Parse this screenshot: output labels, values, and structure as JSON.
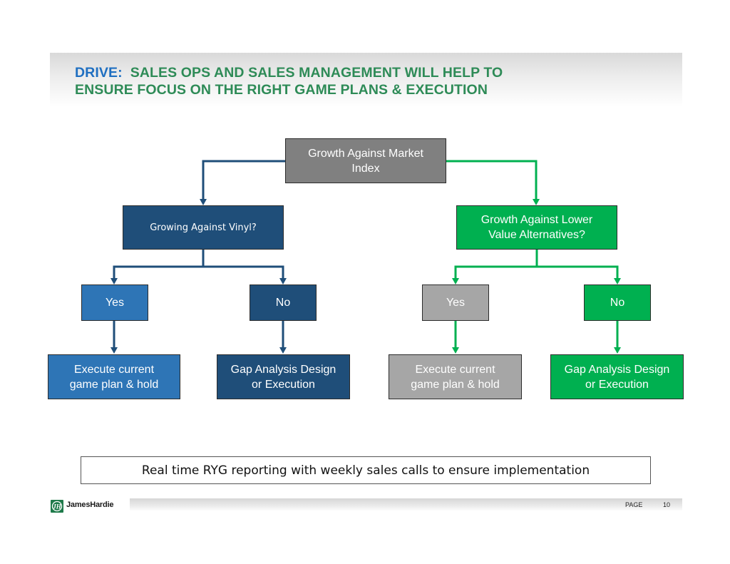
{
  "slide": {
    "title": {
      "keyword": "DRIVE",
      "colon": ":",
      "line1_rest": "  SALES OPS AND SALES MANAGEMENT WILL HELP TO",
      "line2": "ENSURE FOCUS ON THE RIGHT GAME PLANS & EXECUTION"
    },
    "colors": {
      "title_keyword": "#1f6fc1",
      "title_text": "#2e8b57",
      "navy": "#1f4e79",
      "blue": "#2e75b6",
      "green": "#00b050",
      "gray_dark": "#808080",
      "gray_light": "#a6a6a6"
    },
    "flowchart": {
      "root": {
        "label_line1": "Growth Against Market",
        "label_line2": "Index"
      },
      "left_branch": {
        "question": "Growing Against Vinyl?",
        "yes": {
          "label": "Yes",
          "outcome_line1": "Execute current",
          "outcome_line2": "game plan & hold"
        },
        "no": {
          "label": "No",
          "outcome_line1": "Gap Analysis Design",
          "outcome_line2": "or Execution"
        }
      },
      "right_branch": {
        "question_line1": "Growth Against Lower",
        "question_line2": "Value Alternatives?",
        "yes": {
          "label": "Yes",
          "outcome_line1": "Execute current",
          "outcome_line2": "game plan & hold"
        },
        "no": {
          "label": "No",
          "outcome_line1": "Gap Analysis Design",
          "outcome_line2": "or Execution"
        }
      }
    },
    "note": "Real time RYG reporting with weekly sales calls to ensure implementation",
    "footer": {
      "logo_text": "JamesHardie",
      "logo_icon": "jh-monogram-icon",
      "page_label": "PAGE",
      "page_number": "10"
    }
  }
}
